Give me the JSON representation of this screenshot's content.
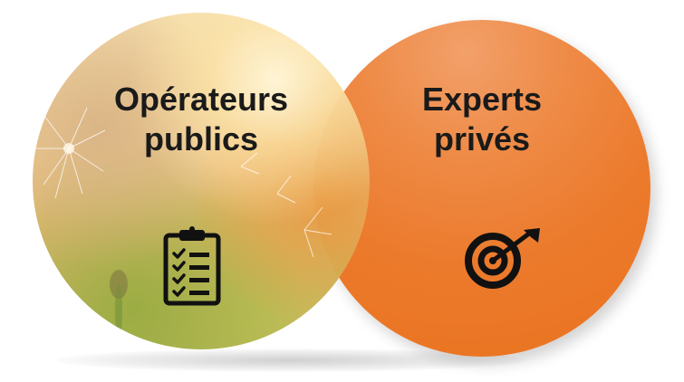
{
  "diagram": {
    "left_circle": {
      "line1": "Opérateurs",
      "line2": "publics",
      "icon": "clipboard-checklist-icon"
    },
    "right_circle": {
      "line1": "Experts",
      "line2": "privés",
      "icon": "target-arrow-icon",
      "color": "#ec7a2c"
    }
  }
}
